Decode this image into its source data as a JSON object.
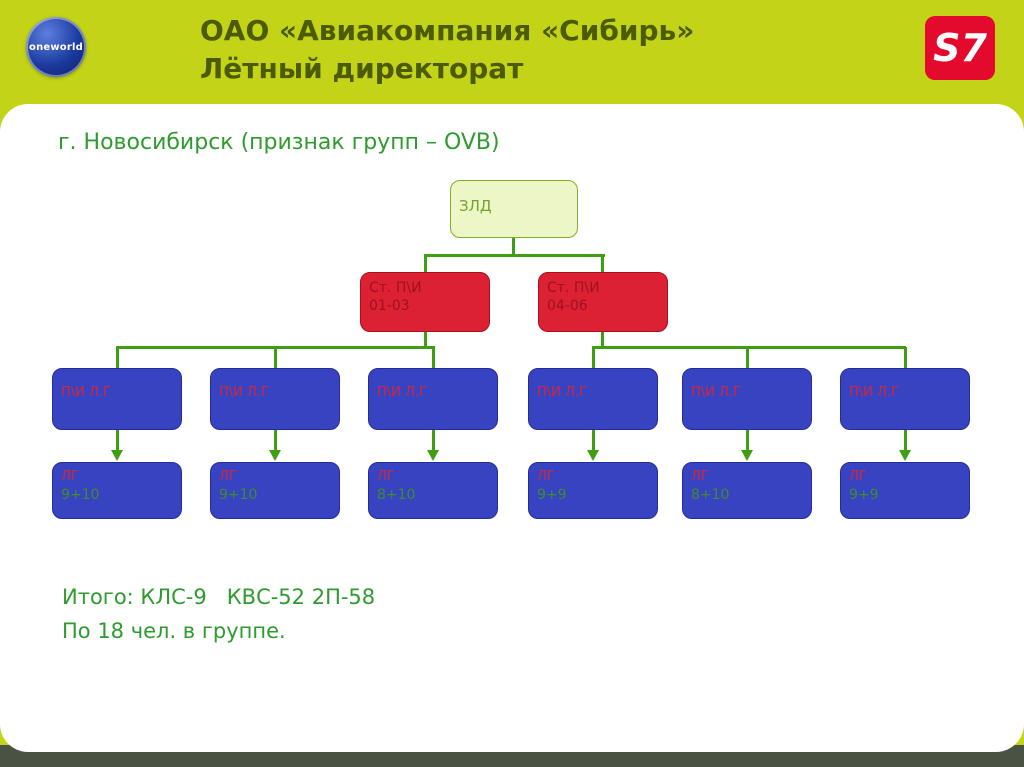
{
  "header": {
    "title_line1": "ОАО «Авиакомпания «Сибирь»",
    "title_line2": "Лётный директорат",
    "logos": {
      "oneworld": "oneworld",
      "s7": "S7"
    }
  },
  "body": {
    "subtitle": "г. Новосибирск (признак групп – OVB)",
    "totals_line1": "Итого: КЛС-9   КВС-52 2П-58",
    "totals_line2": "По 18 чел. в группе."
  },
  "orgchart": {
    "root": {
      "label": "ЗЛД"
    },
    "groups": [
      {
        "line1": "Ст. П\\И",
        "line2": "01-03"
      },
      {
        "line1": "Ст. П\\И",
        "line2": "04-06"
      }
    ],
    "instructors": [
      {
        "label": "П\\И Л.Г"
      },
      {
        "label": "П\\И Л.Г"
      },
      {
        "label": "П\\И Л.Г"
      },
      {
        "label": "П\\И Л.Г"
      },
      {
        "label": "П\\И Л.Г"
      },
      {
        "label": "П\\И Л.Г"
      }
    ],
    "flights": [
      {
        "label": "ЛГ",
        "count": "9+10"
      },
      {
        "label": "ЛГ",
        "count": "9+10"
      },
      {
        "label": "ЛГ",
        "count": "8+10"
      },
      {
        "label": "ЛГ",
        "count": "9+9"
      },
      {
        "label": "ЛГ",
        "count": "8+10"
      },
      {
        "label": "ЛГ",
        "count": "9+9"
      }
    ]
  },
  "colors": {
    "accent_lime": "#c3d318",
    "title_green": "#4c5b00",
    "text_green": "#2f9b2f",
    "box_red": "#dc2132",
    "box_blue": "#3743c0",
    "root_fill": "#edf6c6",
    "connector_green": "#3f9e12",
    "s7_red": "#e40a2d",
    "footer_dark": "#4a5243"
  }
}
